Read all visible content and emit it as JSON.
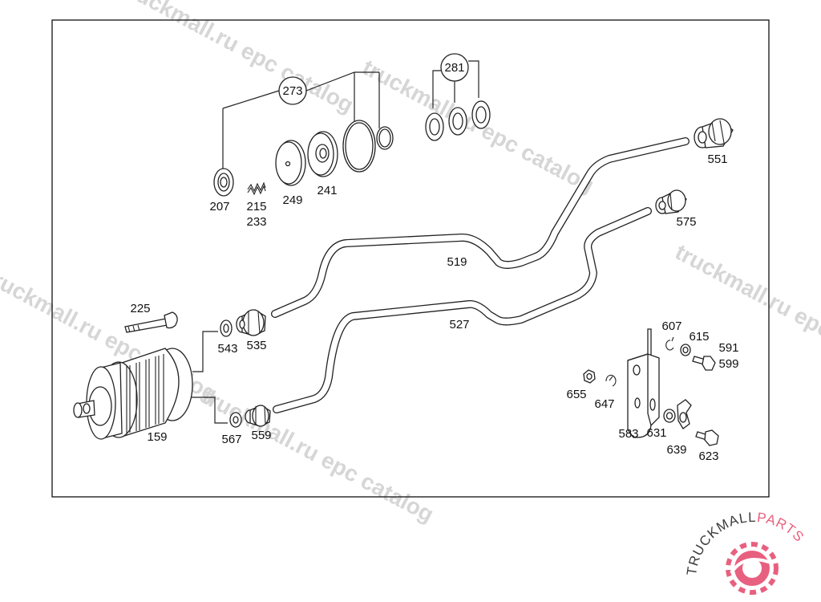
{
  "watermark": {
    "text_a": "truckmall.ru epc catalog",
    "text_b": "truckmall.ru epc catalog",
    "text_c": "truckmall.ru epc catalog",
    "text_d": "truckmall.ru epc catalog",
    "text_e": "truckmall.ru epc catalog"
  },
  "logo": {
    "name_dark": "TRUCKMALL",
    "name_accent": "PARTS",
    "accent_color": "#e8607f",
    "dark_color": "#3b3b3b"
  },
  "callouts": {
    "group_273": "273",
    "group_281": "281",
    "p207": "207",
    "p215": "215",
    "p233": "233",
    "p249": "249",
    "p241": "241",
    "p551": "551",
    "p575": "575",
    "p519": "519",
    "p527": "527",
    "p225": "225",
    "p543": "543",
    "p535": "535",
    "p567": "567",
    "p559": "559",
    "p159": "159",
    "p607": "607",
    "p615": "615",
    "p591": "591",
    "p599": "599",
    "p655": "655",
    "p647": "647",
    "p583": "583",
    "p631": "631",
    "p639": "639",
    "p623": "623"
  }
}
